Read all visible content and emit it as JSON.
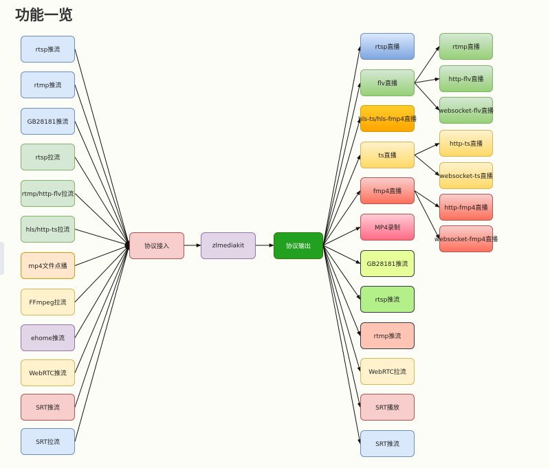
{
  "title": "功能一览",
  "inputs": [
    {
      "label": "rtsp推流",
      "style": "blue"
    },
    {
      "label": "rtmp推流",
      "style": "blue"
    },
    {
      "label": "GB28181推流",
      "style": "blue"
    },
    {
      "label": "rtsp拉流",
      "style": "green"
    },
    {
      "label": "rtmp/http-flv拉流",
      "style": "green"
    },
    {
      "label": "hls/http-ts拉流",
      "style": "green"
    },
    {
      "label": "mp4文件点播",
      "style": "orange"
    },
    {
      "label": "FFmpeg拉流",
      "style": "yellow"
    },
    {
      "label": "ehome推流",
      "style": "purple"
    },
    {
      "label": "WebRTC推流",
      "style": "yellow"
    },
    {
      "label": "SRT推流",
      "style": "red"
    },
    {
      "label": "SRT拉流",
      "style": "blue"
    }
  ],
  "center": [
    {
      "label": "协议接入",
      "style": "red"
    },
    {
      "label": "zlmediakit",
      "style": "purple"
    },
    {
      "label": "协议输出",
      "style": "solid-green"
    }
  ],
  "outputs": [
    {
      "label": "rtsp直播",
      "style": "blue-g"
    },
    {
      "label": "flv直播",
      "style": "green-g"
    },
    {
      "label": "hls-ts/hls-fmp4直播",
      "style": "orange-solid"
    },
    {
      "label": "ts直播",
      "style": "yellow-g"
    },
    {
      "label": "fmp4直播",
      "style": "red-g"
    },
    {
      "label": "MP4录制",
      "style": "pink"
    },
    {
      "label": "GB28181推流",
      "style": "lime"
    },
    {
      "label": "rtsp推流",
      "style": "lgreen"
    },
    {
      "label": "rtmp推流",
      "style": "salmon"
    },
    {
      "label": "WebRTC拉流",
      "style": "yellow"
    },
    {
      "label": "SRT播放",
      "style": "red"
    },
    {
      "label": "SRT推流",
      "style": "blue"
    }
  ],
  "sub_outputs": [
    {
      "label": "rtmp直播",
      "style": "green-g",
      "parent": 1
    },
    {
      "label": "http-flv直播",
      "style": "green-g",
      "parent": 1
    },
    {
      "label": "websocket-flv直播",
      "style": "green-g",
      "parent": 1
    },
    {
      "label": "http-ts直播",
      "style": "yellow-g",
      "parent": 3
    },
    {
      "label": "websocket-ts直播",
      "style": "yellow-g",
      "parent": 3
    },
    {
      "label": "http-fmp4直播",
      "style": "red-g",
      "parent": 4
    },
    {
      "label": "websocket-fmp4直播",
      "style": "red-g",
      "parent": 4
    }
  ]
}
